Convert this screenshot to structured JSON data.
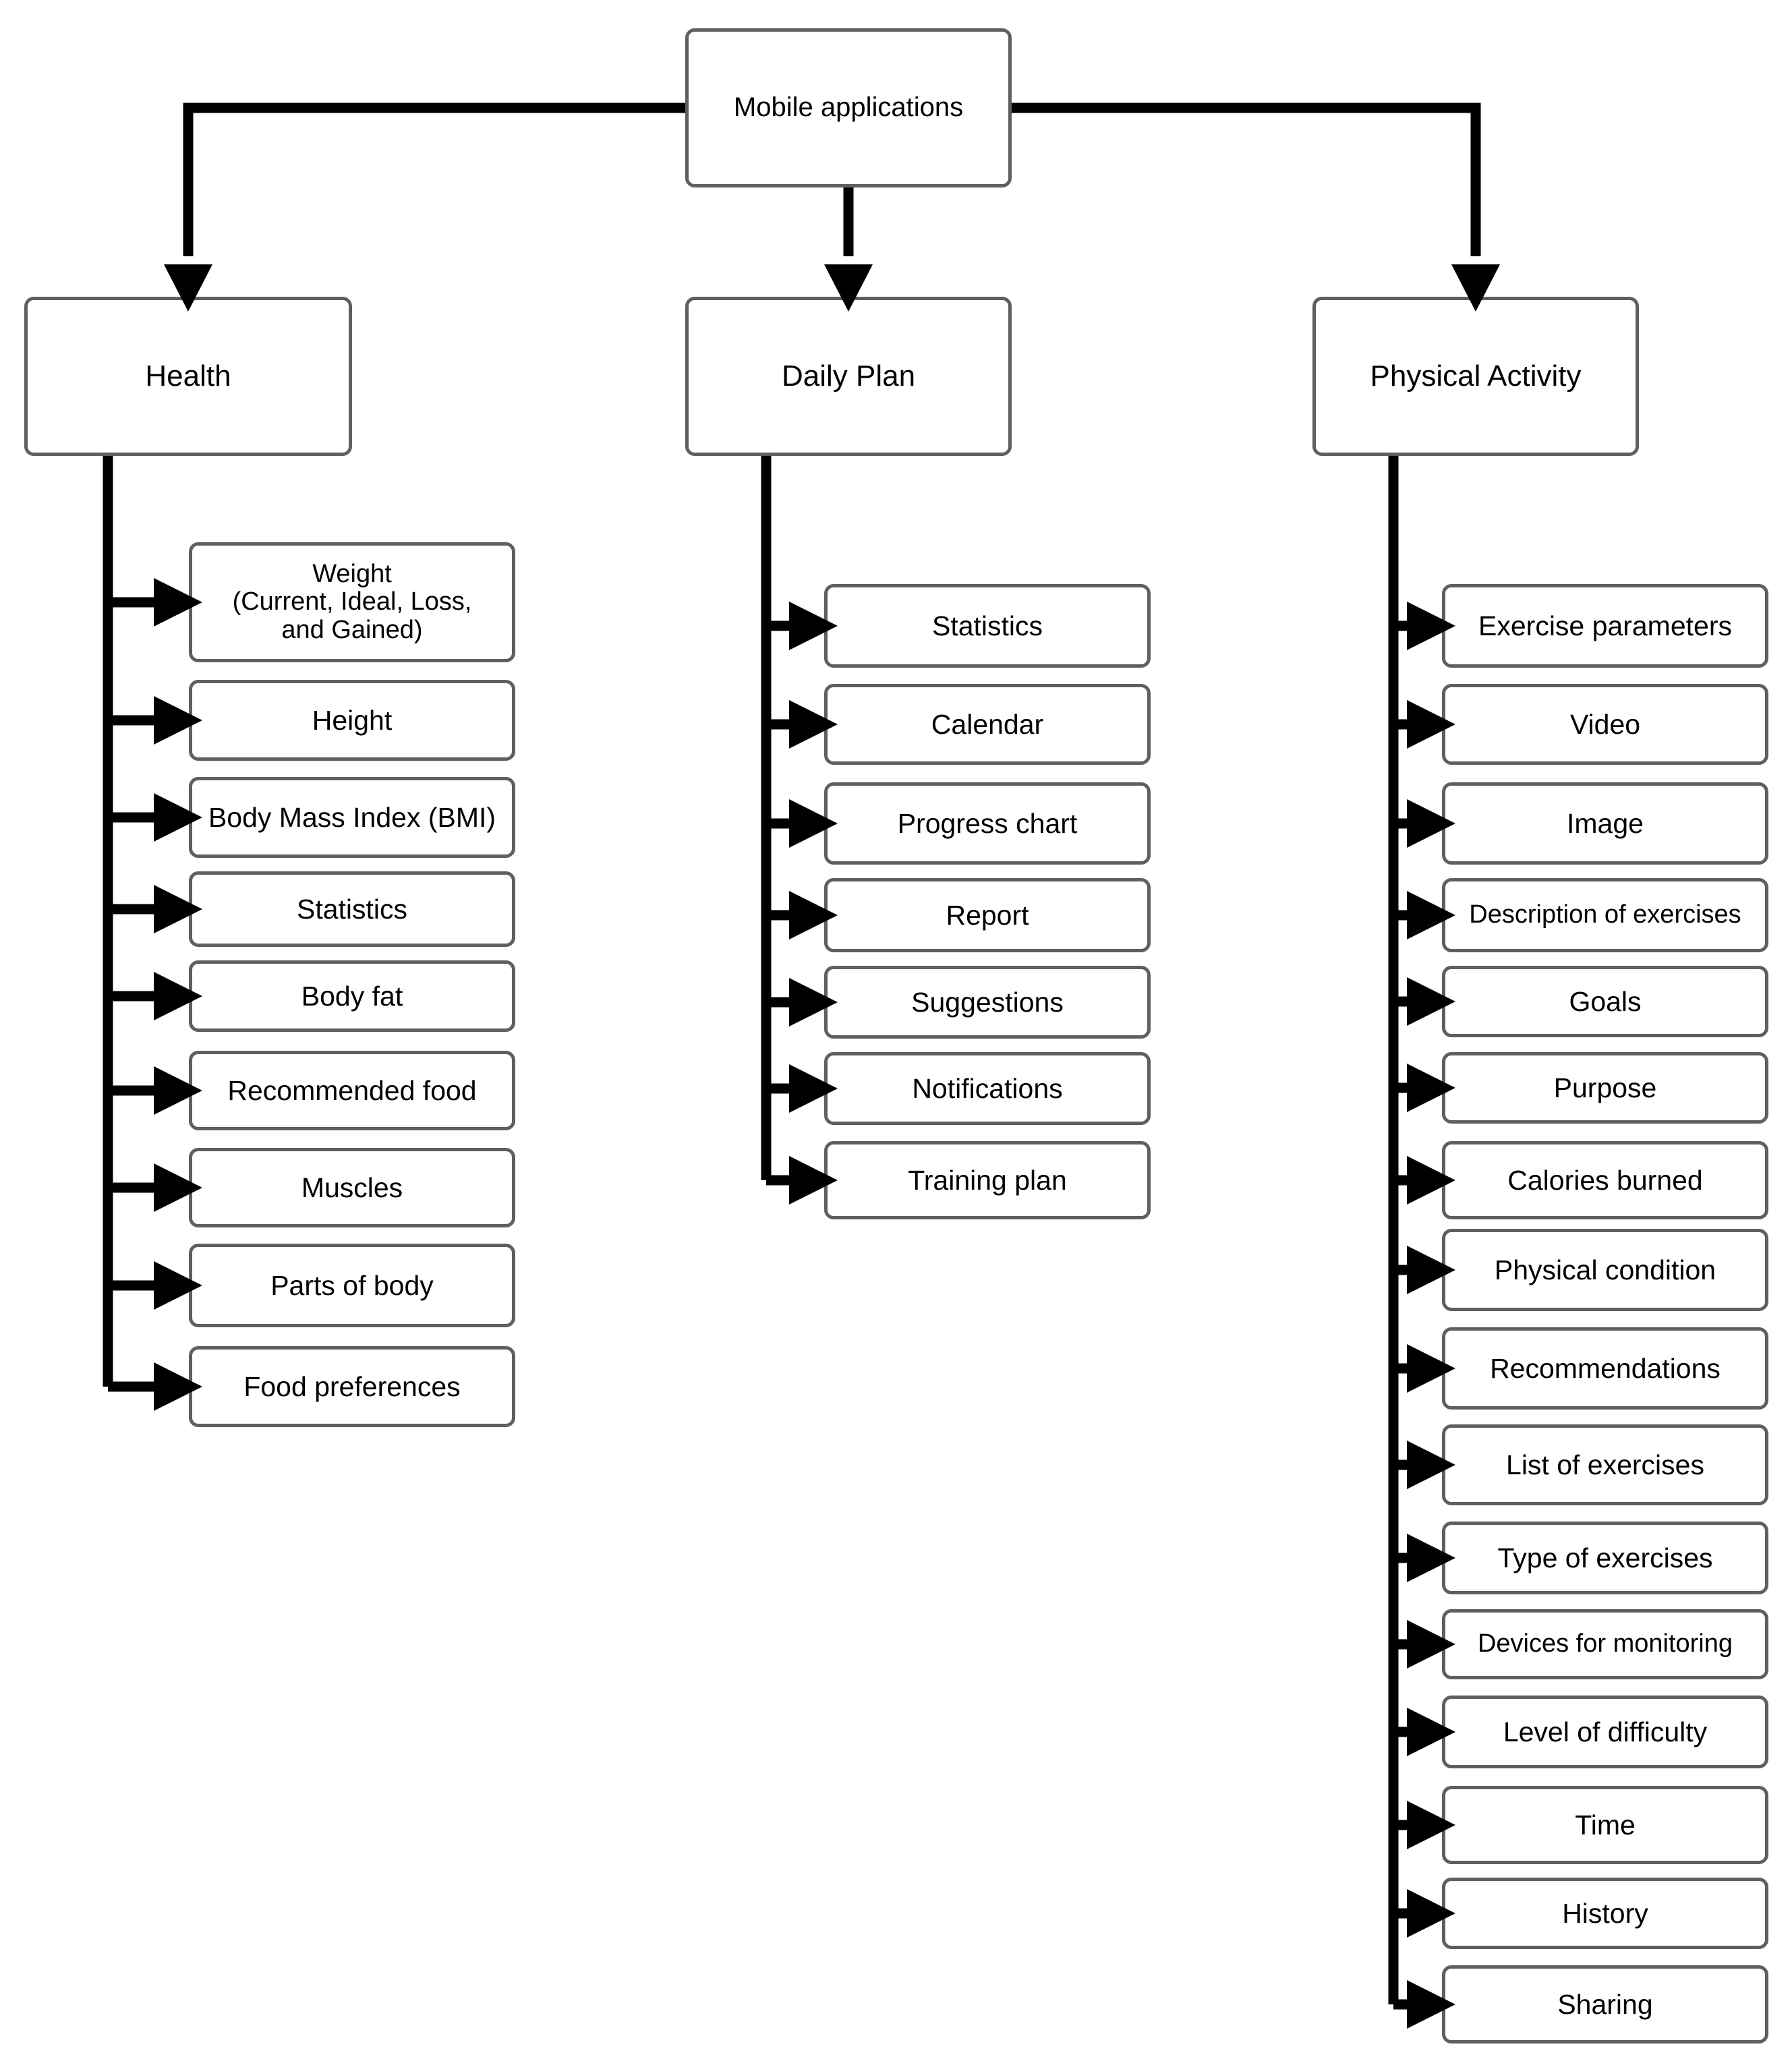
{
  "root": {
    "label": "Mobile applications"
  },
  "categories": [
    {
      "label": "Health",
      "items": [
        "Weight\n(Current, Ideal, Loss,\nand Gained)",
        "Height",
        "Body Mass Index (BMI)",
        "Statistics",
        "Body fat",
        "Recommended food",
        "Muscles",
        "Parts of body",
        "Food preferences"
      ]
    },
    {
      "label": "Daily Plan",
      "items": [
        "Statistics",
        "Calendar",
        "Progress chart",
        "Report",
        "Suggestions",
        "Notifications",
        "Training plan"
      ]
    },
    {
      "label": "Physical Activity",
      "items": [
        "Exercise parameters",
        "Video",
        "Image",
        "Description of exercises",
        "Goals",
        "Purpose",
        "Calories burned",
        "Physical condition",
        "Recommendations",
        "List of exercises",
        "Type of exercises",
        "Devices for monitoring",
        "Level of difficulty",
        "Time",
        "History",
        "Sharing"
      ]
    }
  ]
}
